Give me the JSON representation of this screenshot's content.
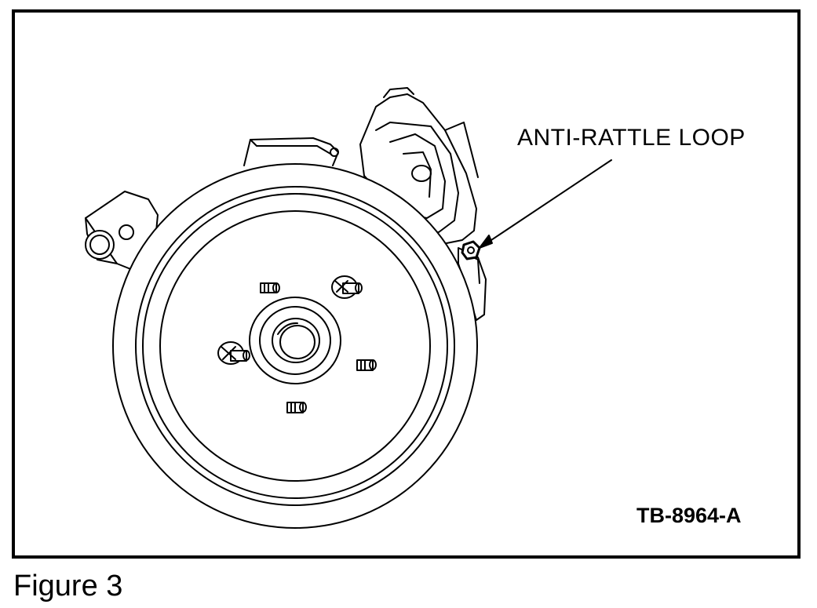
{
  "diagram": {
    "callout_label": "ANTI-RATTLE LOOP",
    "drawing_code": "TB-8964-A"
  },
  "caption": "Figure 3"
}
